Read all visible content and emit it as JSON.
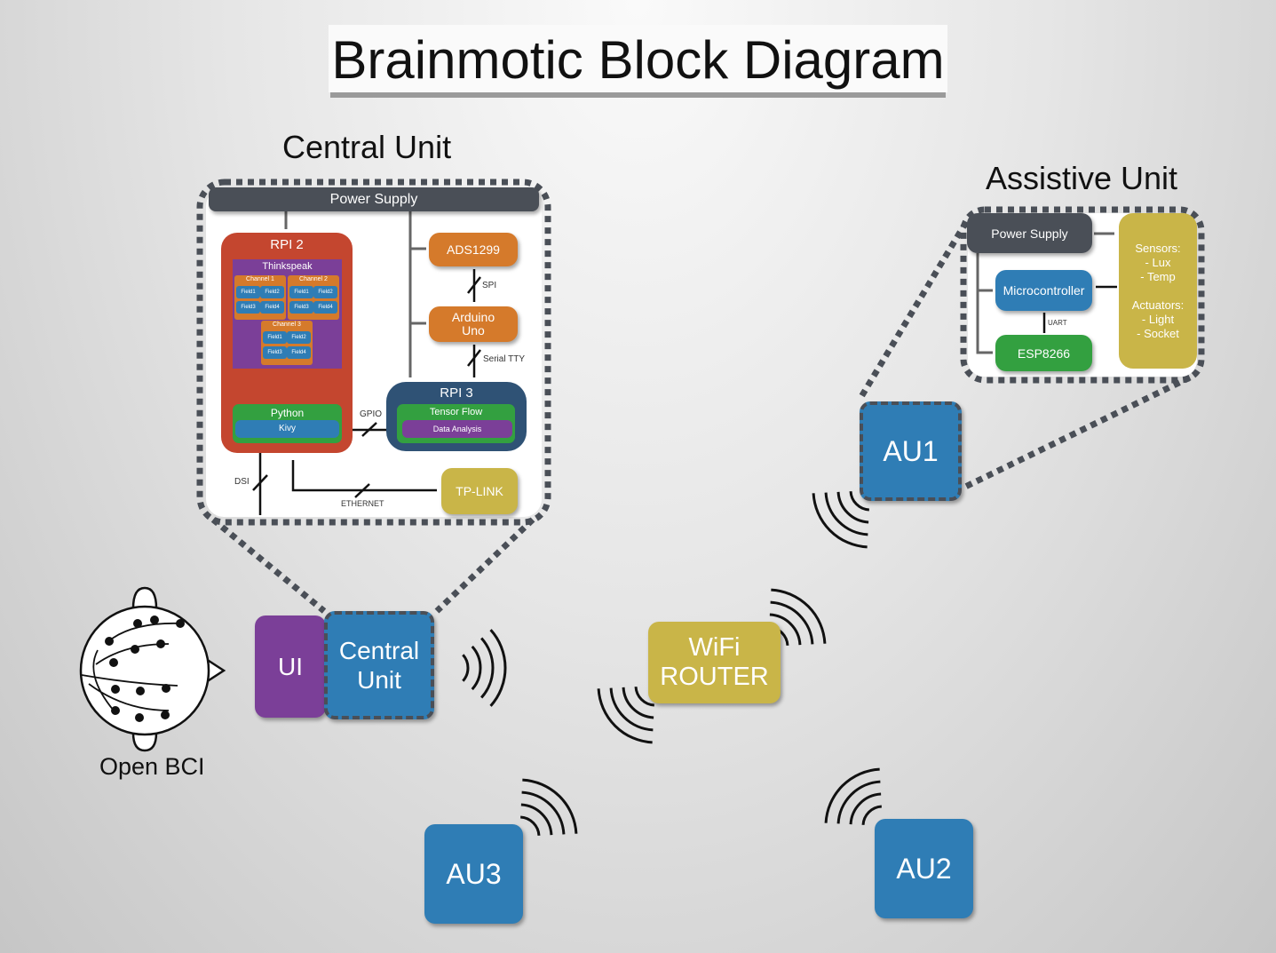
{
  "title": "Brainmotic Block Diagram",
  "central_unit_detail": {
    "heading": "Central Unit",
    "power_supply": "Power Supply",
    "rpi2": "RPI 2",
    "thinkspeak": "Thinkspeak",
    "channels": [
      {
        "name": "Channel 1",
        "fields": [
          "Field1",
          "Field2",
          "Field3",
          "Field4"
        ]
      },
      {
        "name": "Channel 2",
        "fields": [
          "Field1",
          "Field2",
          "Field3",
          "Field4"
        ]
      },
      {
        "name": "Channel 3",
        "fields": [
          "Field1",
          "Field2",
          "Field3",
          "Field4"
        ]
      }
    ],
    "python": "Python",
    "kivy": "Kivy",
    "ads1299": "ADS1299",
    "arduino": "Arduino Uno",
    "rpi3": "RPI 3",
    "tensorflow": "Tensor Flow",
    "data_analysis": "Data Analysis",
    "tplink": "TP-LINK",
    "links": {
      "spi": "SPI",
      "serial": "Serial TTY",
      "gpio": "GPIO",
      "dsi": "DSI",
      "ethernet": "ETHERNET"
    }
  },
  "assistive_unit_detail": {
    "heading": "Assistive Unit",
    "power_supply": "Power Supply",
    "microcontroller": "Microcontroller",
    "esp": "ESP8266",
    "uart": "UART",
    "io": {
      "sensors": "Sensors:",
      "sensor_items": [
        "- Lux",
        "- Temp"
      ],
      "actuators": "Actuators:",
      "actuator_items": [
        "- Light",
        "- Socket"
      ]
    }
  },
  "nodes": {
    "ui": "UI",
    "central": "Central Unit",
    "router": "WiFi ROUTER",
    "au1": "AU1",
    "au2": "AU2",
    "au3": "AU3",
    "bci": "Open BCI"
  },
  "colors": {
    "blue": "#2f7db5",
    "purple": "#7b3f98",
    "yellow": "#c9b548",
    "orange": "#d57a2b",
    "green": "#33a040",
    "dark": "#4a4f57",
    "red": "#c4462f",
    "navy": "#2f5275"
  }
}
